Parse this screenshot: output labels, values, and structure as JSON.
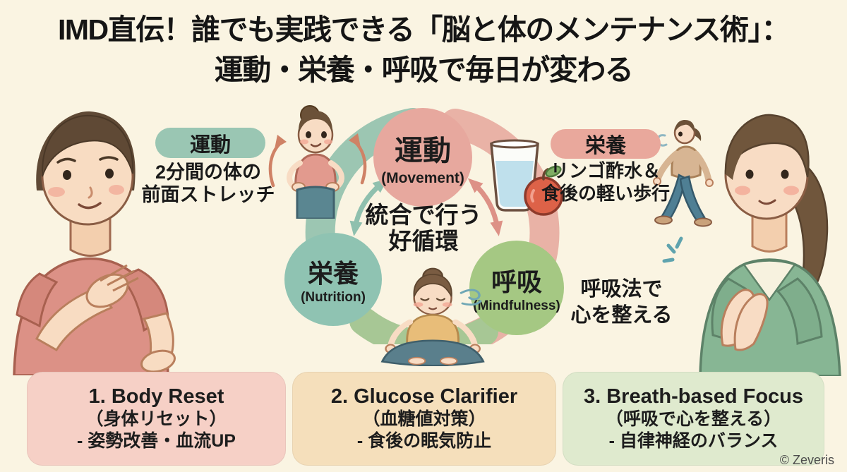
{
  "title": {
    "line1": "IMD直伝！誰でも実践できる「脳と体のメンテナンス術」：",
    "line2": "運動・栄養・呼吸で毎日が変わる"
  },
  "cycle": {
    "center_note_line1": "統合で行う",
    "center_note_line2": "好循環",
    "movement": {
      "label": "運動",
      "sublabel": "(Movement)"
    },
    "nutrition": {
      "label": "栄養",
      "sublabel": "(Nutrition)"
    },
    "mindfulness": {
      "label": "呼吸",
      "sublabel": "(Mindfulness)"
    }
  },
  "callouts": {
    "movement_badge": "運動",
    "movement_line1": "2分間の体の",
    "movement_line2": "前面ストレッチ",
    "nutrition_badge": "栄養",
    "nutrition_line1": "リンゴ酢水＆",
    "nutrition_line2": "食後の軽い歩行",
    "breath_line1": "呼吸法で",
    "breath_line2": "心を整える"
  },
  "cards": [
    {
      "title": "1. Body Reset",
      "subtitle": "（身体リセット）",
      "detail": "- 姿勢改善・血流UP",
      "bg": "#f6d0c6"
    },
    {
      "title": "2. Glucose Clarifier",
      "subtitle": "（血糖値対策）",
      "detail": "- 食後の眠気防止",
      "bg": "#f5dfbb"
    },
    {
      "title": "3. Breath-based Focus",
      "subtitle": "（呼吸で心を整える）",
      "detail": "- 自律神経のバランス",
      "bg": "#dfeace"
    }
  ],
  "footer": {
    "copyright": "© Zeveris"
  },
  "colors": {
    "background": "#faf4e2",
    "movement_circle": "#e7a89e",
    "nutrition_circle": "#8fc3b2",
    "mindfulness_circle": "#a5c883",
    "movement_badge": "#9ac6b3",
    "nutrition_badge": "#e9a89c",
    "arc_pink": "#e9b2a6",
    "arc_teal": "#9cc6b2",
    "arc_green": "#a7c795"
  },
  "illustrations": {
    "left_person": "man-hand-on-chest",
    "right_person": "woman-hands-together",
    "stretch": "stretching-woman",
    "walk": "walking-woman",
    "meditate": "meditating-woman",
    "drink": "water-glass",
    "fruit": "apple"
  }
}
